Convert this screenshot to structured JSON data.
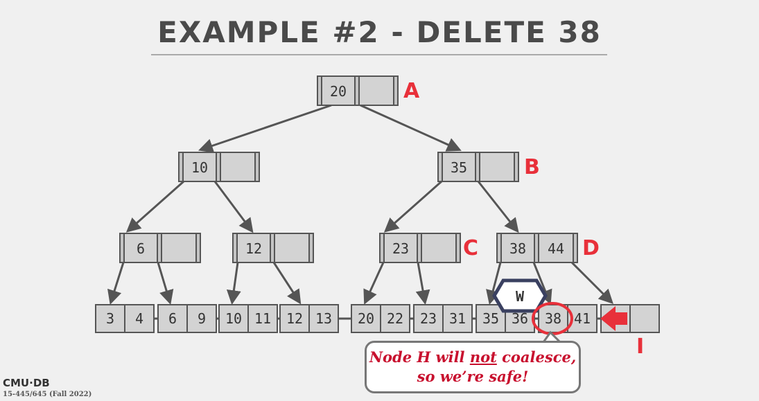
{
  "title": "EXAMPLE #2 - DELETE 38",
  "colors": {
    "label": "#e8303a",
    "node_fill": "#d3d3d3",
    "node_stroke": "#555555",
    "edge": "#555555",
    "latch_stroke": "#3a4060",
    "arrow": "#e8303a"
  },
  "nodes": [
    {
      "id": "A",
      "label": "A",
      "keys": [
        "20",
        ""
      ]
    },
    {
      "id": "B",
      "label": "B",
      "keys": [
        "35",
        ""
      ]
    },
    {
      "id": "N10",
      "label": "",
      "keys": [
        "10",
        ""
      ]
    },
    {
      "id": "N6",
      "label": "",
      "keys": [
        "6",
        ""
      ]
    },
    {
      "id": "N12",
      "label": "",
      "keys": [
        "12",
        ""
      ]
    },
    {
      "id": "C",
      "label": "C",
      "keys": [
        "23",
        ""
      ]
    },
    {
      "id": "D",
      "label": "D",
      "keys": [
        "38",
        "44"
      ]
    },
    {
      "id": "L1",
      "label": "",
      "keys": [
        "3",
        "4"
      ]
    },
    {
      "id": "L2",
      "label": "",
      "keys": [
        "6",
        "9"
      ]
    },
    {
      "id": "L3",
      "label": "",
      "keys": [
        "10",
        "11"
      ]
    },
    {
      "id": "L4",
      "label": "",
      "keys": [
        "12",
        "13"
      ]
    },
    {
      "id": "L5",
      "label": "",
      "keys": [
        "20",
        "22"
      ]
    },
    {
      "id": "L6",
      "label": "",
      "keys": [
        "23",
        "31"
      ]
    },
    {
      "id": "L7",
      "label": "",
      "keys": [
        "35",
        "36"
      ]
    },
    {
      "id": "H",
      "label": "",
      "keys": [
        "38",
        "41"
      ]
    },
    {
      "id": "I",
      "label": "I",
      "keys": [
        "",
        ""
      ]
    }
  ],
  "latch": {
    "mode": "W"
  },
  "callout": {
    "line1_before": "Node H will ",
    "line1_emph": "not",
    "line1_after": " coalesce,",
    "line2": "so we’re safe!"
  },
  "footer": {
    "logo": "CMU·DB",
    "course": "15-445/645 (Fall 2022)"
  }
}
